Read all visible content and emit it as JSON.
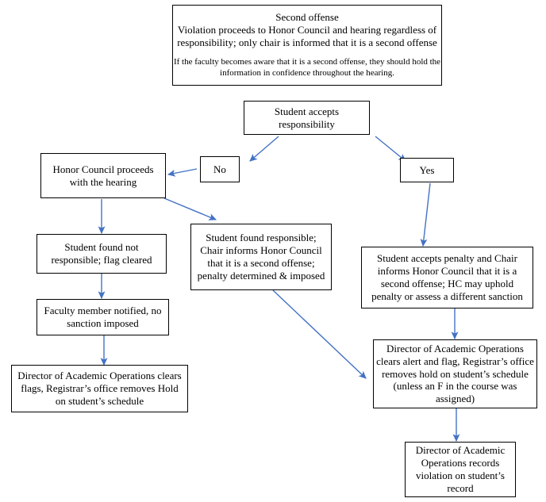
{
  "diagram": {
    "title": "Second offense honor council flowchart",
    "accent_color": "#4472C4",
    "border_color": "#000000",
    "background_color": "#FFFFFF",
    "nodes": {
      "second_offense": {
        "heading": "Second offense",
        "line1": "Violation proceeds to Honor Council and hearing regardless of",
        "line2": "responsibility; only chair is informed that it is a second offense",
        "note1": "If the faculty becomes aware that it is a second offense, they should hold the",
        "note2": "information in confidence throughout the hearing."
      },
      "student_accepts": {
        "line1": "Student accepts",
        "line2": "responsibility"
      },
      "no_branch": {
        "label": "No"
      },
      "yes_branch": {
        "label": "Yes"
      },
      "honor_council_proceeds": {
        "line1": "Honor Council proceeds",
        "line2": "with the hearing"
      },
      "found_not_responsible": {
        "line1": "Student found not",
        "line2": "responsible; flag cleared"
      },
      "found_responsible": {
        "line1": "Student found responsible;",
        "line2": "Chair informs Honor Council",
        "line3": "that it is a second offense;",
        "line4": "penalty determined & imposed"
      },
      "faculty_notified": {
        "line1": "Faculty member notified, no",
        "line2": "sanction imposed"
      },
      "director_clears_flags": {
        "line1": "Director of Academic Operations clears",
        "line2": "flags, Registrar’s office removes Hold",
        "line3": "on student’s schedule"
      },
      "accepts_penalty": {
        "line1": "Student accepts penalty and Chair",
        "line2": "informs Honor Council that it is a",
        "line3": "second offense; HC may uphold",
        "line4": "penalty or assess a different sanction"
      },
      "director_clears_alert": {
        "line1": "Director of Academic Operations",
        "line2": "clears alert and flag, Registrar’s office",
        "line3": "removes hold on student’s schedule",
        "line4": "(unless an F in the course was",
        "line5": "assigned)"
      },
      "director_records": {
        "line1": "Director of Academic",
        "line2": "Operations records",
        "line3": "violation on student’s",
        "line4": "record"
      }
    },
    "connectors": [
      {
        "name": "accepts-to-no",
        "label": ""
      },
      {
        "name": "accepts-to-yes",
        "label": ""
      },
      {
        "name": "no-to-honor-council",
        "label": ""
      },
      {
        "name": "honor-council-to-found-responsible",
        "label": ""
      },
      {
        "name": "honor-council-to-not-responsible",
        "label": ""
      },
      {
        "name": "not-responsible-to-faculty-notified",
        "label": ""
      },
      {
        "name": "faculty-notified-to-director-clears-flags",
        "label": ""
      },
      {
        "name": "found-responsible-to-director-clears-alert",
        "label": ""
      },
      {
        "name": "yes-to-accepts-penalty",
        "label": ""
      },
      {
        "name": "accepts-penalty-to-director-clears-alert",
        "label": ""
      },
      {
        "name": "director-clears-alert-to-director-records",
        "label": ""
      }
    ]
  }
}
